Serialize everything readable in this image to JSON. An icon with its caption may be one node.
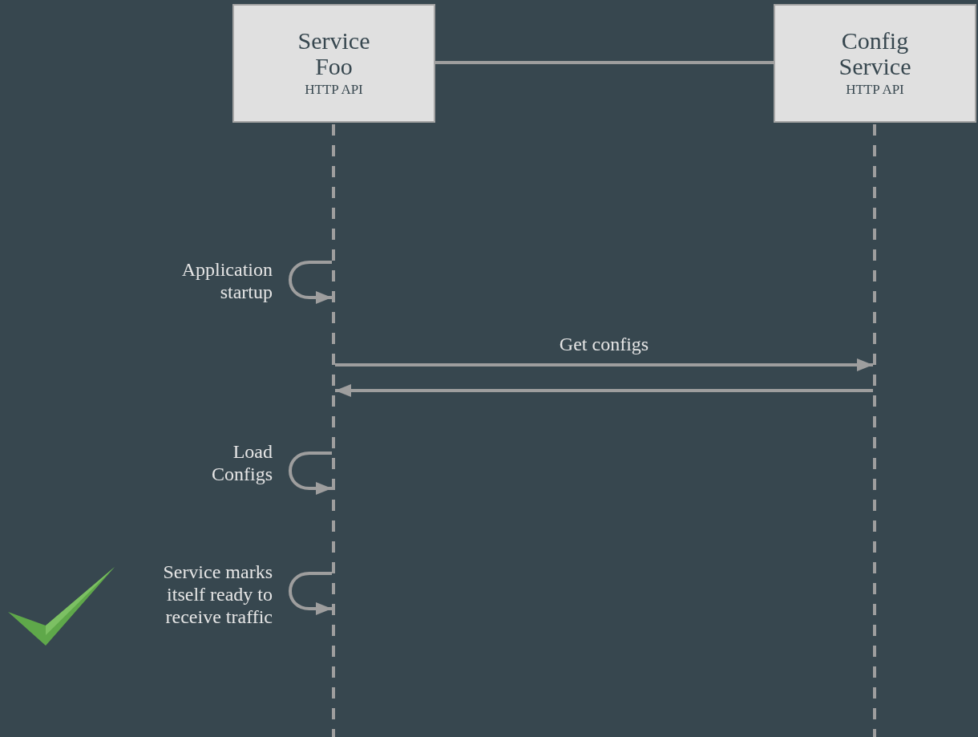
{
  "diagram": {
    "nodes": [
      {
        "text": [
          "Service Foo",
          "HTTP API"
        ]
      },
      {
        "text": [
          "Config Service",
          "HTTP API"
        ]
      },
      {
        "text": [],
        "shape": "bar"
      },
      {
        "text": [],
        "shape": "bar"
      }
    ],
    "edges": [
      {
        "from": 0,
        "to": 1,
        "arrow": "none"
      },
      {
        "from": 2,
        "to": 2,
        "arrow": "to",
        "label": "Application startup"
      },
      {
        "from": 2,
        "to": 3,
        "arrow": "to",
        "label": "Get configs"
      },
      {
        "from": 3,
        "to": 2,
        "arrow": "to"
      },
      {
        "from": 2,
        "to": 2,
        "arrow": "to",
        "label": "Load Configs"
      },
      {
        "from": 2,
        "to": 2,
        "arrow": "to",
        "label": "Service marks itself ready to receive traffic"
      }
    ]
  }
}
